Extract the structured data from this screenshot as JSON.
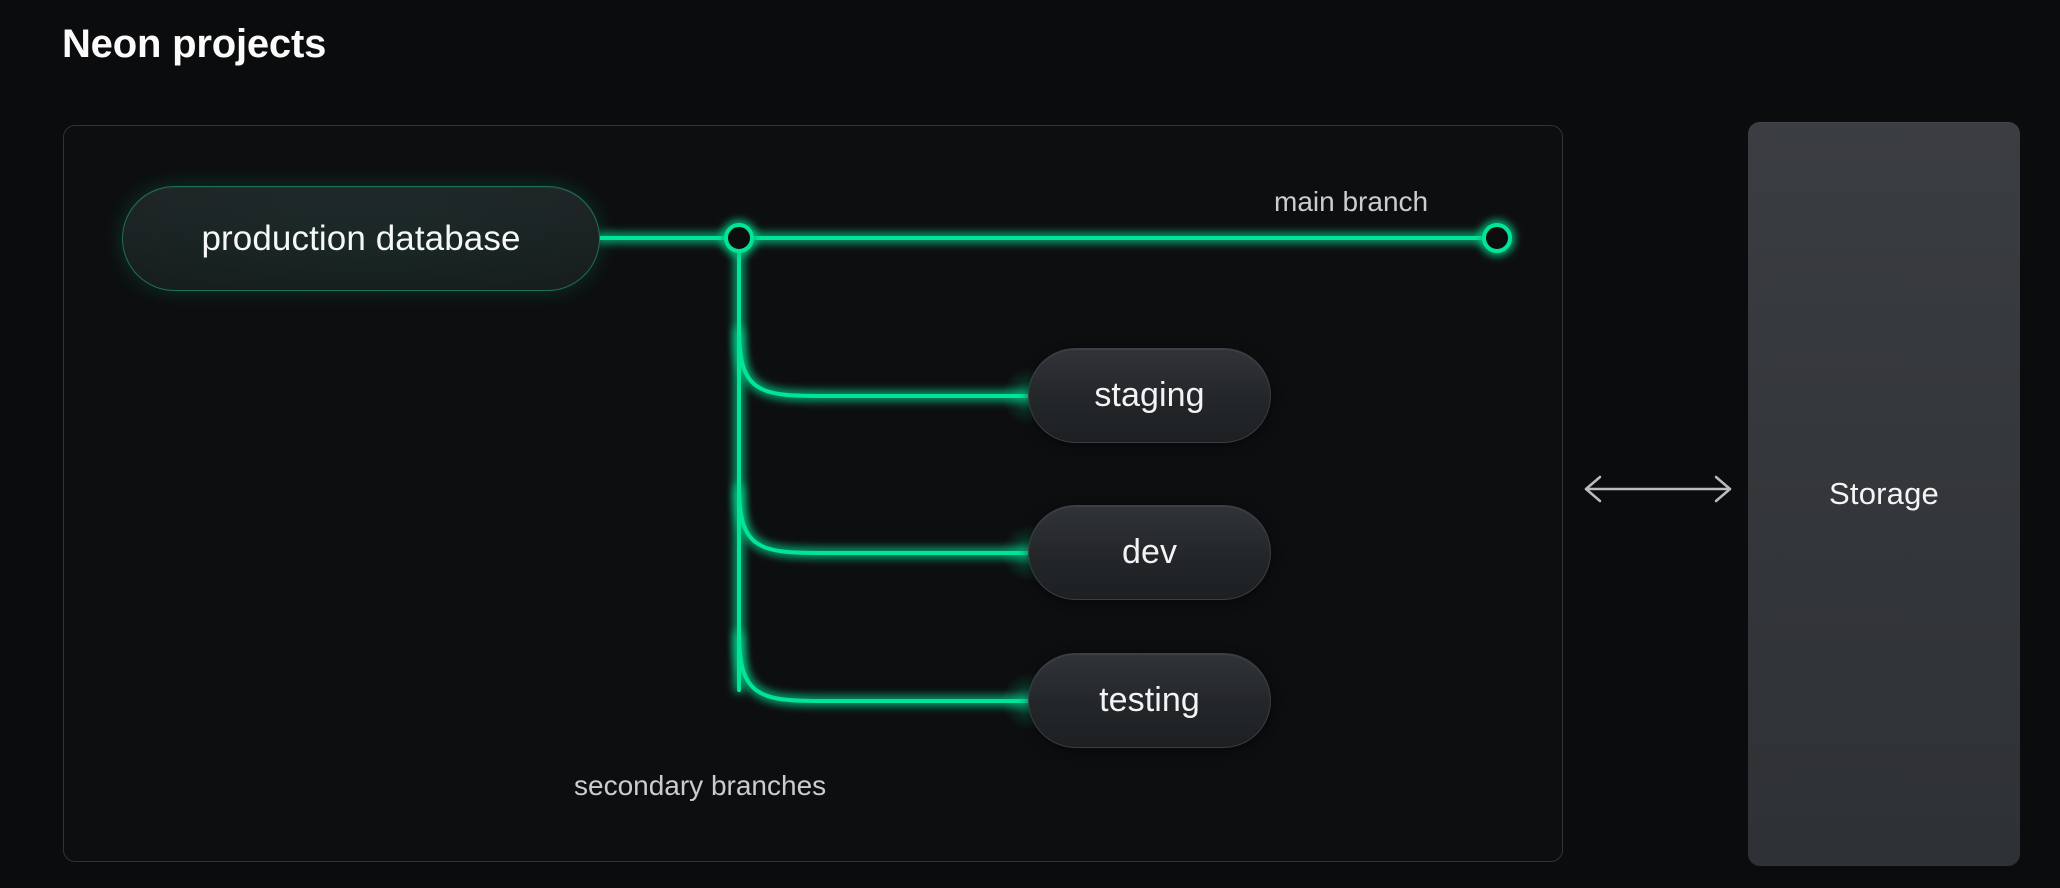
{
  "page": {
    "title": "Neon projects",
    "background_color": "#0b0c0d"
  },
  "colors": {
    "accent_green": "#00e599",
    "branch_line": "#00e599",
    "panel_border": "#303338",
    "storage_fill": "#34373b",
    "label_text": "#c9ccd1",
    "title_text": "#fbfbfb"
  },
  "project_panel": {
    "name": "Neon project",
    "primary_branch": {
      "label": "production database",
      "type": "primary-compute",
      "branch_line_label": "main branch"
    },
    "secondary_branches": {
      "group_label": "secondary branches",
      "items": [
        {
          "label": "staging"
        },
        {
          "label": "dev"
        },
        {
          "label": "testing"
        }
      ]
    }
  },
  "storage_panel": {
    "label": "Storage"
  },
  "connector": {
    "name": "bidirectional-sync-arrow",
    "direction": "both"
  }
}
